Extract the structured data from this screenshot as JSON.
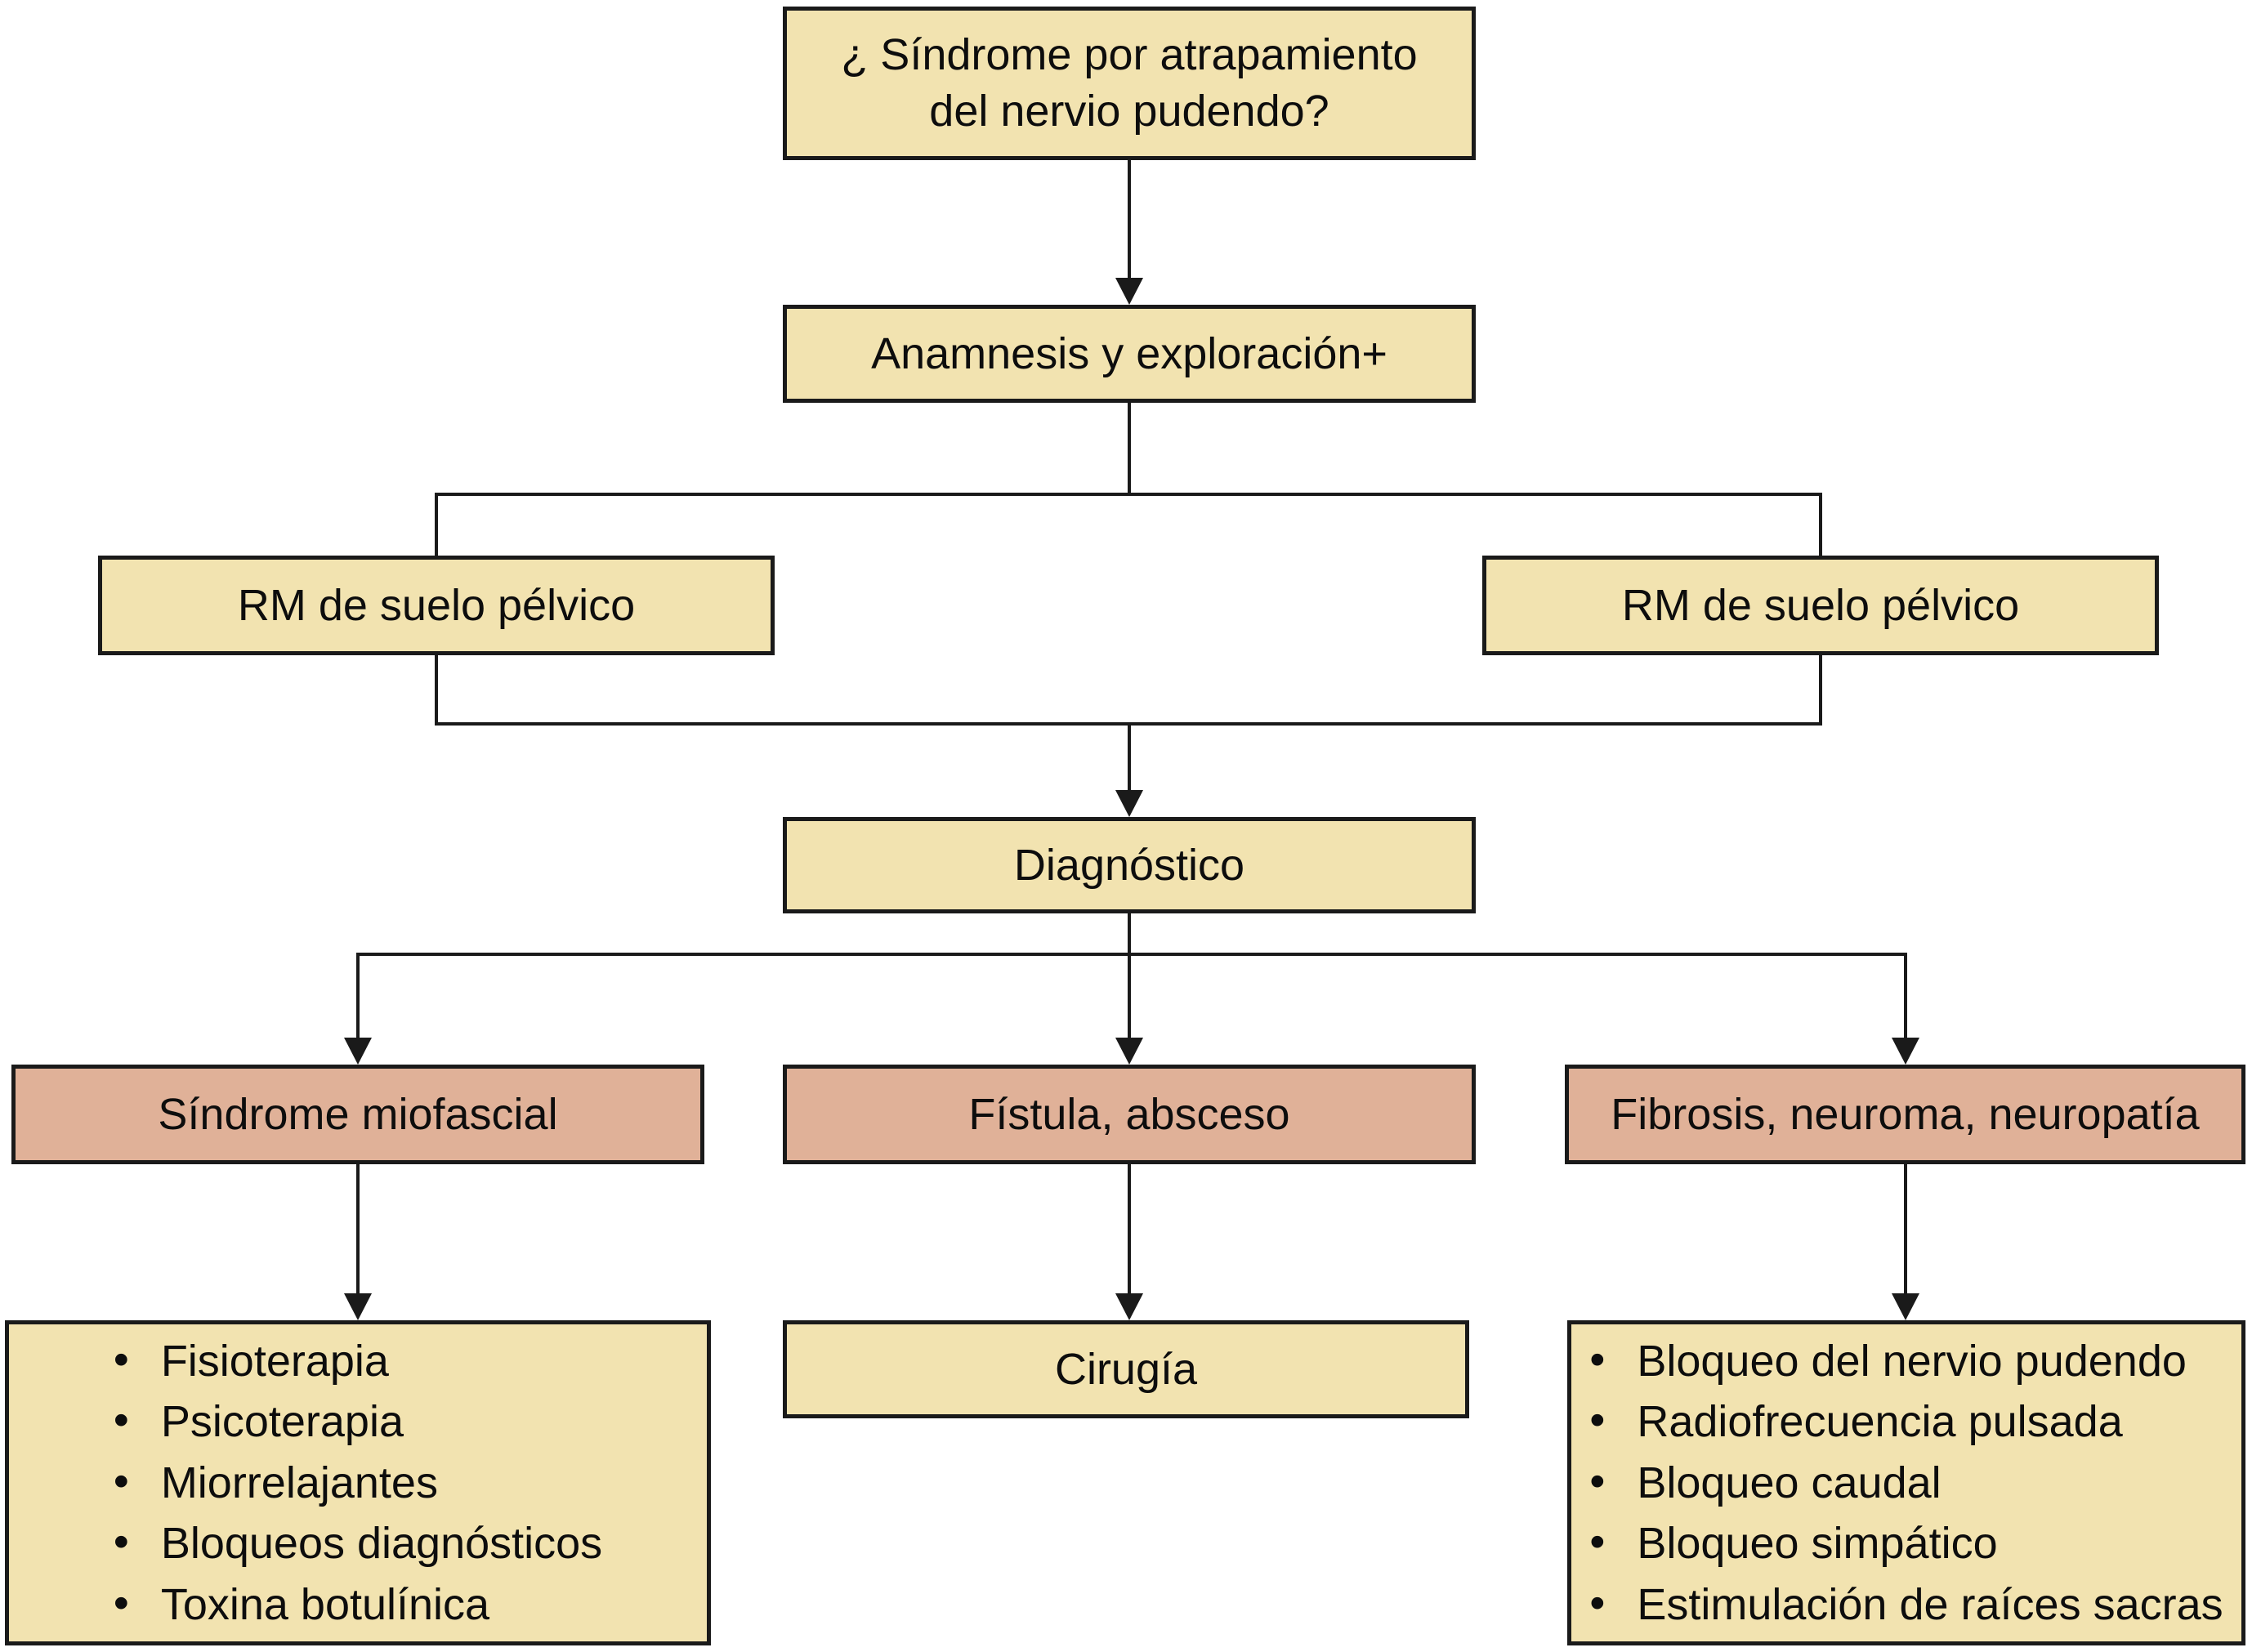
{
  "diagram": {
    "question": "¿ Síndrome por atrapamiento\ndel nervio pudendo?",
    "anamnesis": "Anamnesis y exploración+",
    "rm_left": "RM de suelo pélvico",
    "rm_right": "RM de suelo pélvico",
    "diagnostico": "Diagnóstico",
    "categories": {
      "miofascial": "Síndrome miofascial",
      "fistula": "Fístula, absceso",
      "fibrosis": "Fibrosis, neuroma, neuropatía"
    },
    "treatments": {
      "miofascial": [
        "Fisioterapia",
        "Psicoterapia",
        "Miorrelajantes",
        "Bloqueos diagnósticos",
        "Toxina botulínica"
      ],
      "fistula": "Cirugía",
      "fibrosis": [
        "Bloqueo del nervio pudendo",
        "Radiofrecuencia pulsada",
        "Bloqueo caudal",
        "Bloqueo simpático",
        "Estimulación de raíces sacras"
      ]
    },
    "colors": {
      "node_fill": "#F2E3B0",
      "category_fill": "#E0B198",
      "border": "#1A1A1A",
      "background": "#FFFFFF"
    }
  }
}
